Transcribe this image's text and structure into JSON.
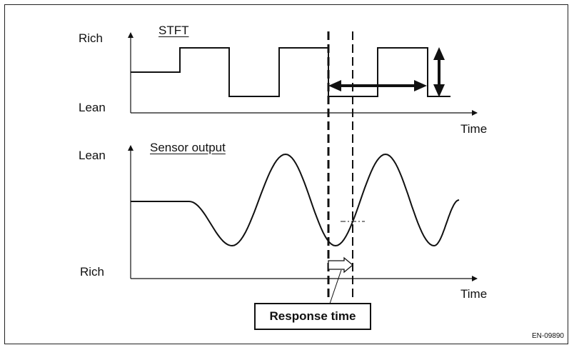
{
  "top_plot": {
    "title": "STFT",
    "y_high_label": "Rich",
    "y_low_label": "Lean",
    "x_label": "Time"
  },
  "bottom_plot": {
    "title": "Sensor output",
    "y_high_label": "Lean",
    "y_low_label": "Rich",
    "x_label": "Time"
  },
  "callout": {
    "label": "Response time"
  },
  "figure_code": "EN-09890"
}
